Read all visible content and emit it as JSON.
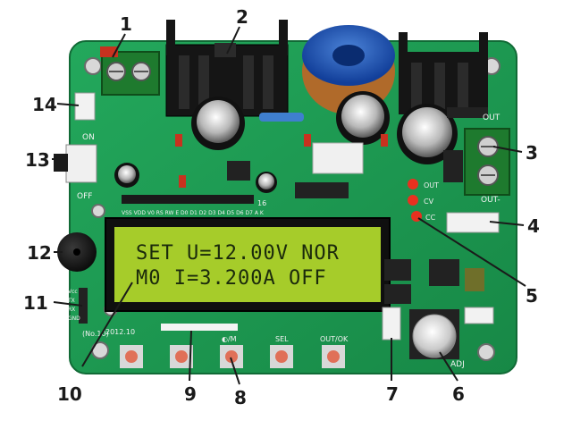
{
  "lcd": {
    "line1": "SET U=12.00V NOR",
    "line2": "M0  I=3.200A OFF"
  },
  "callouts": [
    "1",
    "2",
    "3",
    "4",
    "5",
    "6",
    "7",
    "8",
    "9",
    "10",
    "11",
    "12",
    "13",
    "14"
  ],
  "silkscreen": {
    "on": "ON",
    "off": "OFF",
    "out_top": "OUT",
    "out_bottom": "OUT-",
    "led_out": "OUT",
    "led_cv": "CV",
    "led_cc": "CC",
    "btn_mode": "◐/M",
    "btn_sel": "SEL",
    "btn_ok": "OUT/OK",
    "adj": "ADJ",
    "version": "(No.10)",
    "date": "2012.10",
    "pin16": "16",
    "lcd_header": "VSS VDD V0 RS RW E  D0 D1 D2 D3 D4 D5 D6 D7 A  K",
    "side_labels": [
      "Vcc",
      "TX",
      "RX",
      "GND"
    ]
  },
  "colors": {
    "pcb": "#1f9a55",
    "lcd": "#a6cc2a",
    "heatsink": "#1a1a1a",
    "led": "#e8301f",
    "button": "#e07058"
  }
}
